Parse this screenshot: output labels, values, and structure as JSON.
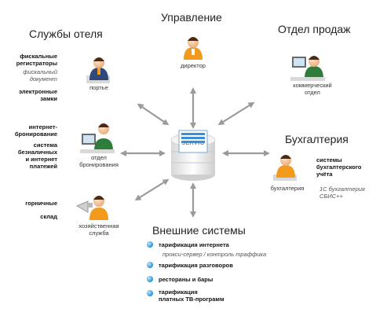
{
  "headings": {
    "hotel_services": "Службы отеля",
    "management": "Управление",
    "sales": "Отдел продаж",
    "accounting": "Бухгалтерия",
    "external": "Внешние системы"
  },
  "center": {
    "logo": "SERVIO"
  },
  "hotel_services": {
    "left_labels": {
      "fiscal": "фискальные\nрегистраторы",
      "fiscal_doc": "фискальный\nдокумент",
      "locks": "электронные\nзамки",
      "booking": "интернет-\nбронирование",
      "payments": "система\nбезналичных\nи интернет\nплатежей",
      "maids": "горничные",
      "warehouse": "склад"
    },
    "persons": {
      "porter": "портье",
      "booking_dept": "отдел\nбронирования",
      "housekeeping": "хозяйственная\nслужба"
    }
  },
  "management": {
    "person": "директор"
  },
  "sales": {
    "person": "коммерческий\nотдел"
  },
  "accounting": {
    "person": "бухгалтерия",
    "systems": "системы\nбухгалтерского\nучёта",
    "software": "1С бухгалтерия\nСБИС++"
  },
  "external": {
    "items": [
      {
        "label": "тарификация интернета",
        "note": "прокси-сервер / контроль траффика"
      },
      {
        "label": "тарификация разговоров",
        "note": ""
      },
      {
        "label": "рестораны и бары",
        "note": ""
      },
      {
        "label": "тарификация\nплатных ТВ-программ",
        "note": ""
      }
    ]
  },
  "colors": {
    "arrow": "#9a9a9a",
    "orange": "#f29a1c",
    "dot_blue": "#2a8fd6",
    "logo_blue": "#3a8ed8"
  }
}
